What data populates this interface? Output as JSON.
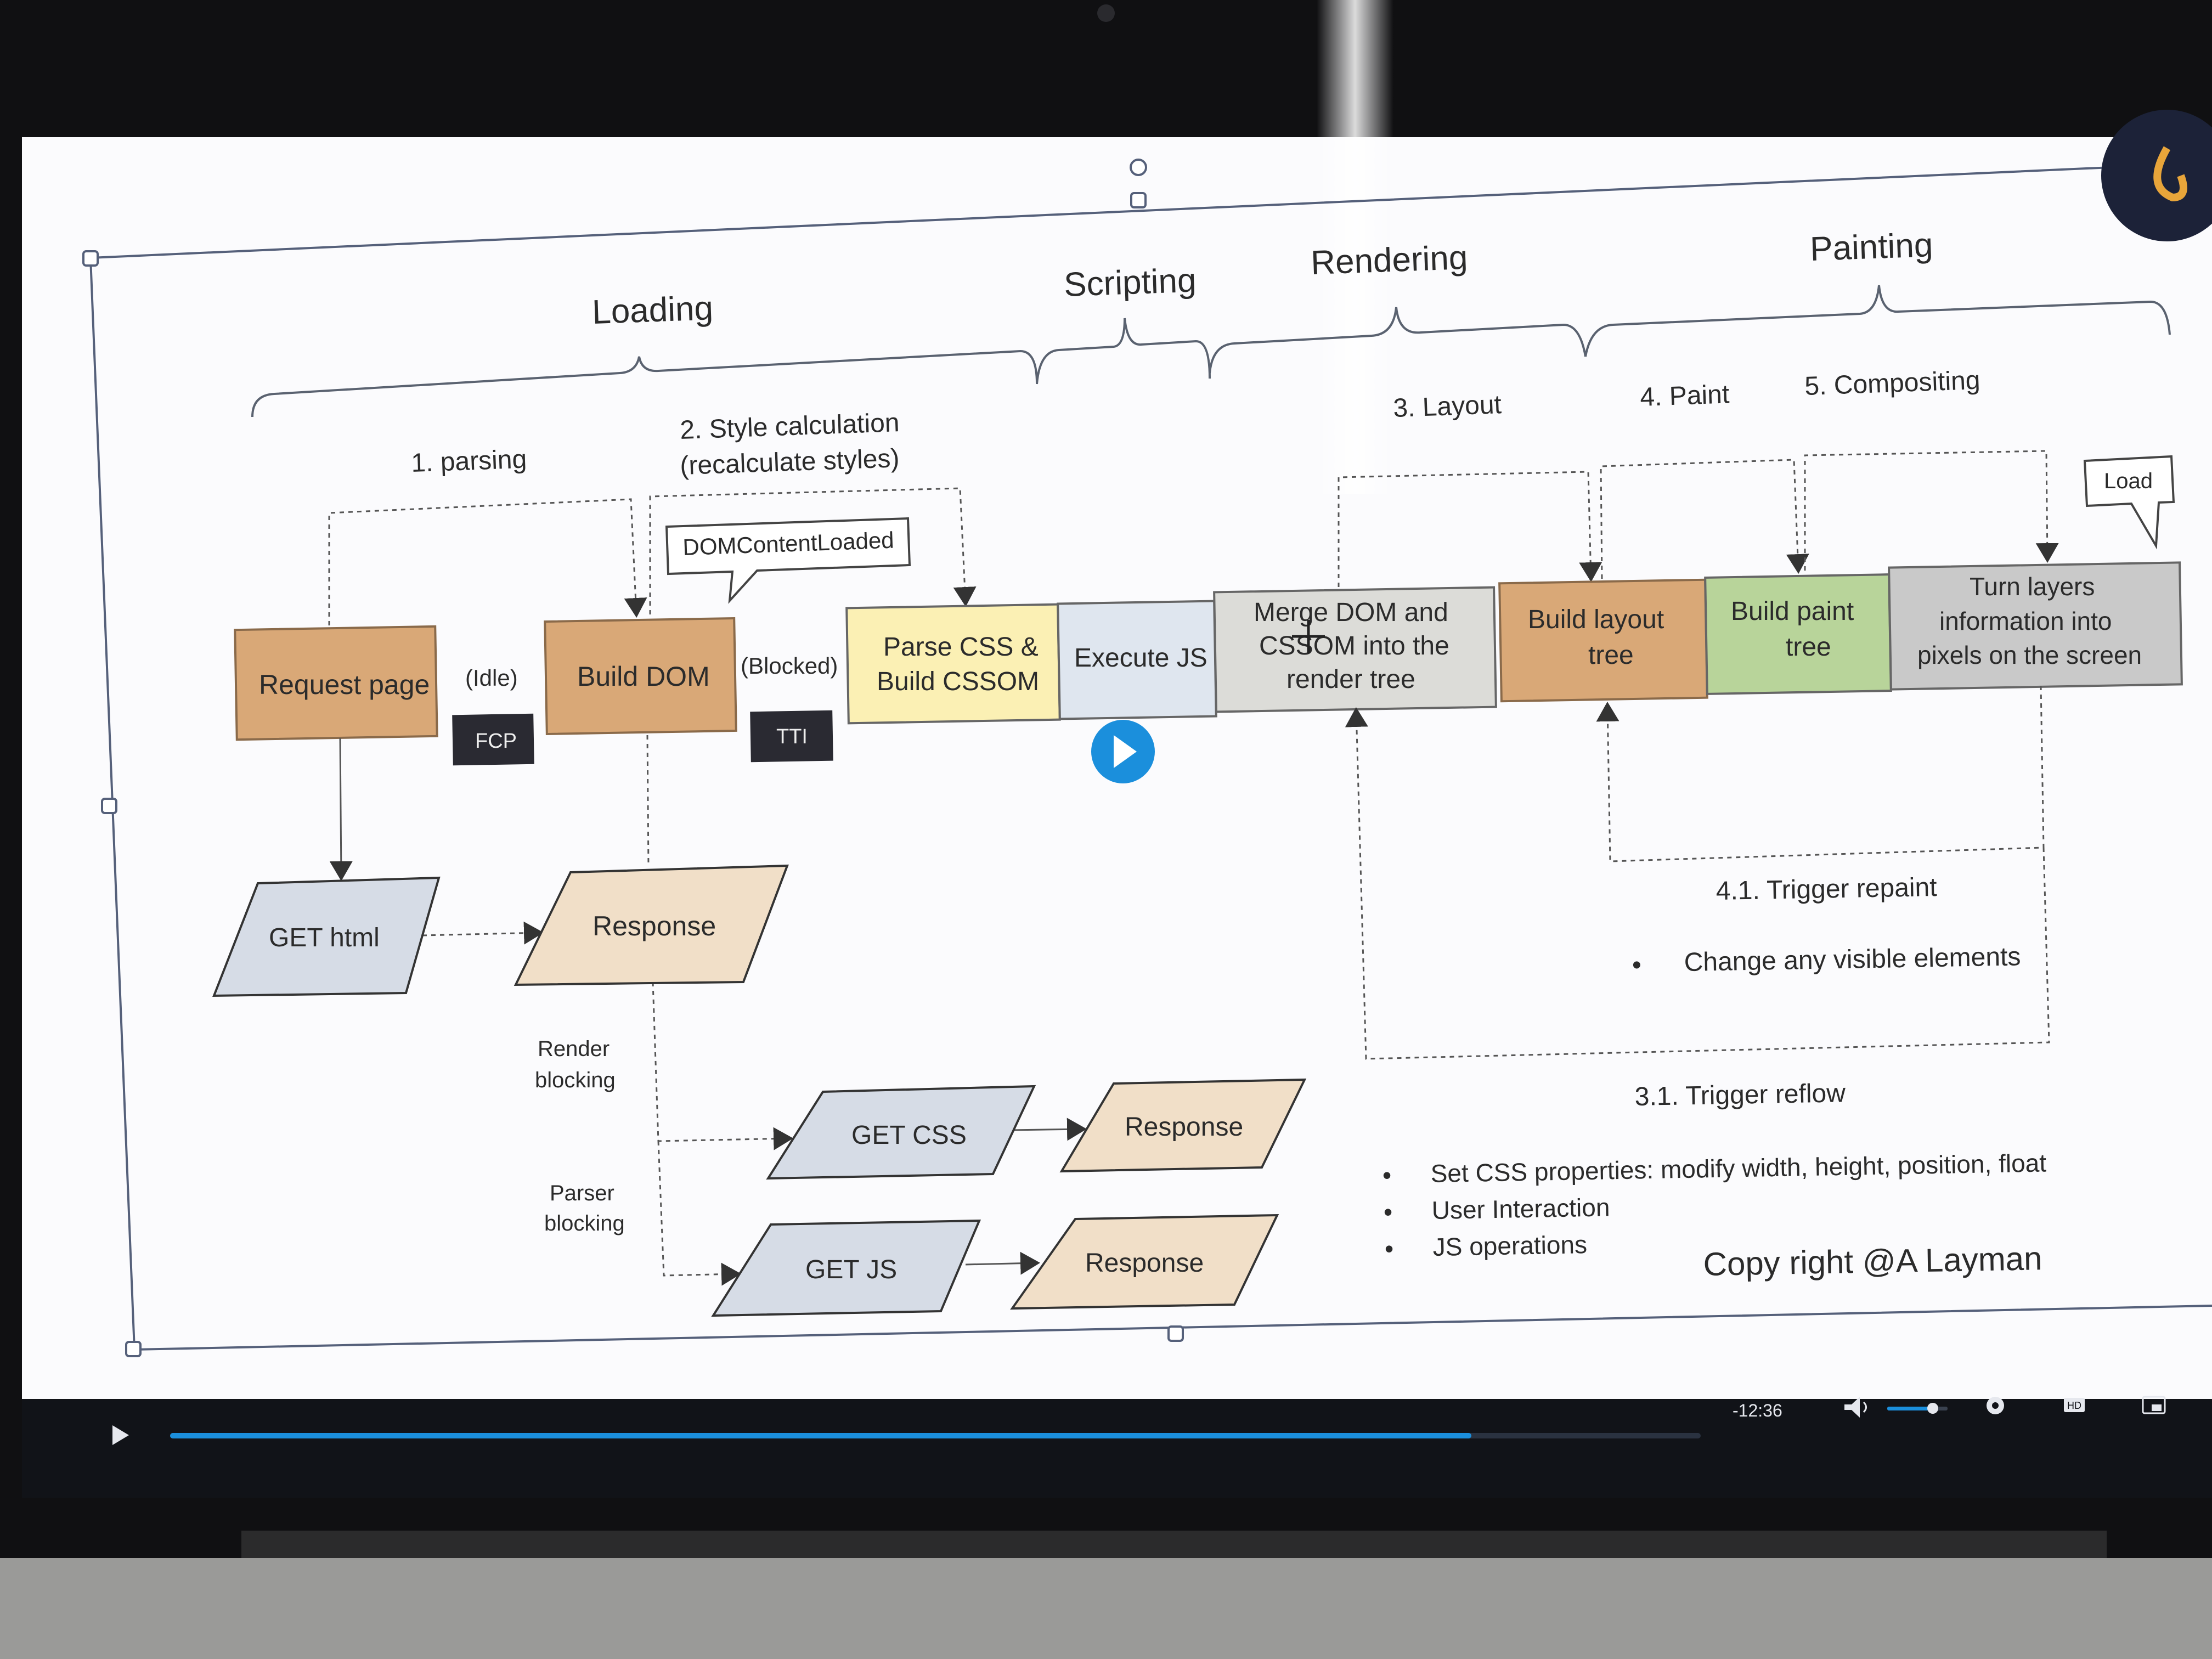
{
  "phases": {
    "loading": "Loading",
    "scripting": "Scripting",
    "rendering": "Rendering",
    "painting": "Painting"
  },
  "steps": {
    "parsing": "1. parsing",
    "style_calc_1": "2. Style calculation",
    "style_calc_2": "(recalculate styles)",
    "layout": "3. Layout",
    "paint": "4. Paint",
    "compositing": "5. Compositing"
  },
  "callouts": {
    "dom_content_loaded": "DOMContentLoaded",
    "load": "Load"
  },
  "pipeline": {
    "request_page": "Request page",
    "idle": "(Idle)",
    "fcp": "FCP",
    "build_dom": "Build DOM",
    "blocked": "(Blocked)",
    "tti": "TTI",
    "parse_css_1": "Parse CSS &",
    "parse_css_2": "Build CSSOM",
    "execute_js": "Execute JS",
    "merge_1": "Merge DOM and",
    "merge_2": "CSSOM into the",
    "merge_3": "render tree",
    "layout_tree_1": "Build layout",
    "layout_tree_2": "tree",
    "paint_tree_1": "Build paint",
    "paint_tree_2": "tree",
    "turn_layers_1": "Turn layers",
    "turn_layers_2": "information into",
    "turn_layers_3": "pixels on the screen"
  },
  "network": {
    "get_html": "GET html",
    "response_html": "Response",
    "render_blocking_1": "Render",
    "render_blocking_2": "blocking",
    "parser_blocking_1": "Parser",
    "parser_blocking_2": "blocking",
    "get_css": "GET CSS",
    "response_css": "Response",
    "get_js": "GET JS",
    "response_js": "Response"
  },
  "notes": {
    "repaint_title": "4.1. Trigger repaint",
    "repaint_bullet": "Change any visible elements",
    "reflow_title": "3.1. Trigger reflow",
    "reflow_bullets": [
      "Set CSS properties: modify width, height, position, float",
      "User Interaction",
      "JS operations"
    ],
    "copyright": "Copy right @A Layman"
  },
  "player": {
    "time_remaining": "-12:36",
    "hd_label": "HD",
    "progress_fraction": 0.85,
    "volume_fraction": 0.75
  },
  "colors": {
    "orange_box": "#d9a877",
    "yellow_box": "#fbf0b4",
    "blue_box": "#dfe6ef",
    "grey_box": "#dcdcd8",
    "green_box": "#b8d49a",
    "dark_grey_box": "#c9c9c9",
    "parallelogram_blue": "#d6dce6",
    "parallelogram_tan": "#f1dfc8",
    "label_dark": "#2a2a32",
    "accent_blue": "#1b8fdc"
  }
}
